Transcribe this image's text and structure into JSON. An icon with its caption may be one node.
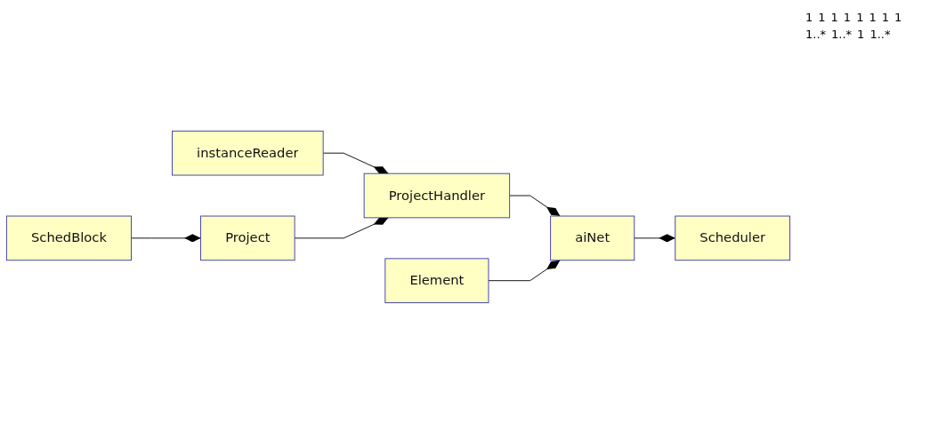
{
  "diagram": {
    "nodes": [
      {
        "text": [
          "instanceReader"
        ]
      },
      {
        "text": [
          "ProjectHandler"
        ]
      },
      {
        "text": [
          "aiNet"
        ]
      },
      {
        "text": [
          "Scheduler"
        ]
      },
      {
        "text": [
          "Project"
        ]
      },
      {
        "text": [
          "Element"
        ]
      },
      {
        "text": [
          "SchedBlock"
        ]
      }
    ],
    "edges": [
      {
        "from": 0,
        "to": 1,
        "arrow": "other"
      },
      {
        "from": 1,
        "to": 2,
        "arrow": "other"
      },
      {
        "from": 2,
        "to": 3,
        "arrow": "other"
      },
      {
        "from": 4,
        "to": 1,
        "arrow": "other"
      },
      {
        "from": 5,
        "to": 2,
        "arrow": "other"
      },
      {
        "from": 6,
        "to": 4,
        "arrow": "other"
      }
    ],
    "labels": [
      "1",
      "1",
      "1",
      "1",
      "1",
      "1",
      "1",
      "1",
      "1..*",
      "1..*",
      "1",
      "1..*"
    ]
  }
}
